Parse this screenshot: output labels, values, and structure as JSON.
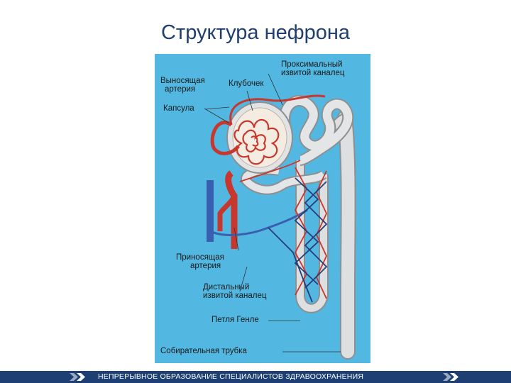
{
  "slide": {
    "title": "Структура нефрона"
  },
  "diagram": {
    "labels": {
      "efferent_artery_l1": "Выносящая",
      "efferent_artery_l2": "артерия",
      "glomerulus": "Клубочек",
      "proximal_l1": "Проксимальный",
      "proximal_l2": "извитой каналец",
      "capsule": "Капсула",
      "afferent_l1": "Приносящая",
      "afferent_l2": "артерия",
      "distal_l1": "Дистальный",
      "distal_l2": "извитой каналец",
      "henle_loop": "Петля Генле",
      "collecting_duct": "Собирательная трубка"
    },
    "colors": {
      "background": "#52b7e1",
      "artery": "#c8372d",
      "vein": "#3b5fb0",
      "tubule": "#d9dadb"
    }
  },
  "footer": {
    "text": "НЕПРЕРЫВНОЕ ОБРАЗОВАНИЕ СПЕЦИАЛИСТОВ ЗДРАВООХРАНЕНИЯ",
    "color": "#1d3f73"
  }
}
